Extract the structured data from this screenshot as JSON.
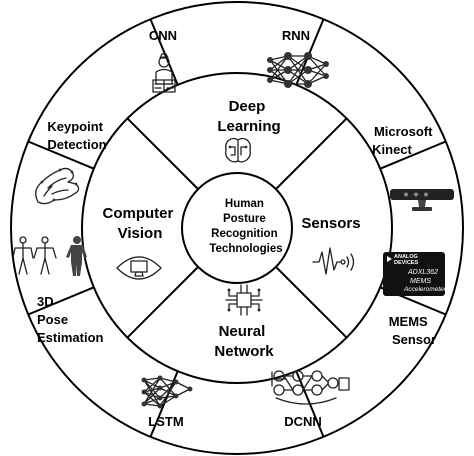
{
  "center": {
    "lines": [
      "Human",
      "Posture",
      "Recognition",
      "Technologies"
    ]
  },
  "inner_ring": {
    "deep_learning": [
      "Deep",
      "Learning"
    ],
    "sensors": [
      "Sensors"
    ],
    "neural_network": [
      "Neural",
      "Network"
    ],
    "computer_vision": [
      "Computer",
      "Vision"
    ]
  },
  "outer_ring": {
    "cnn": [
      "CNN"
    ],
    "rnn": [
      "RNN"
    ],
    "microsoft_kinect": [
      "Microsoft",
      "Kinect"
    ],
    "mems_sensor": [
      "MEMS",
      "Sensor"
    ],
    "dcnn": [
      "DCNN"
    ],
    "lstm": [
      "LSTM"
    ],
    "pose_estimation": [
      "3D",
      "Pose",
      "Estimation"
    ],
    "keypoint_detection": [
      "Keypoint",
      "Detection"
    ]
  },
  "device_labels": {
    "mems_chip_brand": [
      "ANALOG",
      "DEVICES"
    ],
    "mems_chip_text": [
      "ADXL362",
      "MEMS",
      "Accelerometer"
    ]
  },
  "icons": [
    "brain-circuit-icon",
    "waveform-signal-icon",
    "neural-chip-icon",
    "eye-monitor-icon",
    "reader-book-icon",
    "rnn-network-icon",
    "kinect-device-icon",
    "mems-chip-icon",
    "dcnn-network-icon",
    "lstm-network-icon",
    "skeleton-figures-icon",
    "hand-keypoints-icon"
  ]
}
